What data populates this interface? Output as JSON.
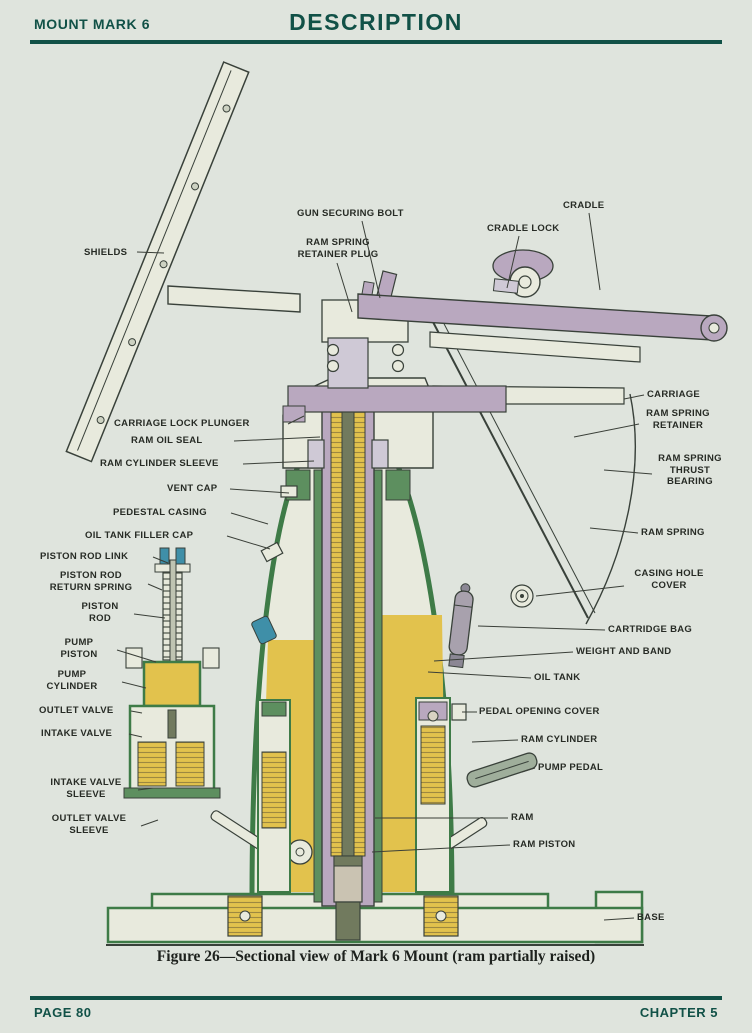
{
  "page": {
    "header": {
      "left": "MOUNT MARK 6",
      "title": "DESCRIPTION"
    },
    "caption": "Figure 26—Sectional view of Mark 6 Mount (ram partially raised)",
    "footer": {
      "left": "PAGE 80",
      "right": "CHAPTER 5"
    }
  },
  "colors": {
    "accent_teal": "#115147",
    "paper": "#dfe4dd",
    "casing_green": "#3e7b47",
    "oil_yellow": "#e2c24d",
    "ram_mauve": "#b9a8bf",
    "link_teal": "#3f8fa8",
    "ink": "#39413a"
  },
  "figure": {
    "labels": {
      "shields": "SHIELDS",
      "gun_securing_bolt": "GUN SECURING BOLT",
      "ram_spring_retainer_plug": "RAM SPRING RETAINER PLUG",
      "cradle": "CRADLE",
      "cradle_lock": "CRADLE LOCK",
      "carriage": "CARRIAGE",
      "carriage_lock_plunger": "CARRIAGE LOCK PLUNGER",
      "ram_oil_seal": "RAM OIL SEAL",
      "ram_cylinder_sleeve": "RAM CYLINDER SLEEVE",
      "vent_cap": "VENT CAP",
      "pedestal_casing": "PEDESTAL CASING",
      "oil_tank_filler_cap": "OIL TANK FILLER CAP",
      "piston_rod_link": "PISTON ROD LINK",
      "piston_rod_return_spring": "PISTON ROD RETURN SPRING",
      "piston_rod": "PISTON ROD",
      "pump_piston": "PUMP PISTON",
      "pump_cylinder": "PUMP CYLINDER",
      "outlet_valve": "OUTLET VALVE",
      "intake_valve": "INTAKE VALVE",
      "intake_valve_sleeve": "INTAKE VALVE SLEEVE",
      "outlet_valve_sleeve": "OUTLET VALVE SLEEVE",
      "ram_spring_retainer": "RAM SPRING RETAINER",
      "ram_spring_thrust_bearing": "RAM SPRING THRUST BEARING",
      "ram_spring": "RAM SPRING",
      "casing_hole_cover": "CASING HOLE COVER",
      "cartridge_bag": "CARTRIDGE BAG",
      "weight_and_band": "WEIGHT AND BAND",
      "oil_tank": "OIL TANK",
      "pedal_opening_cover": "PEDAL OPENING COVER",
      "ram_cylinder": "RAM CYLINDER",
      "pump_pedal": "PUMP PEDAL",
      "ram": "RAM",
      "ram_piston": "RAM PISTON",
      "base": "BASE"
    }
  }
}
